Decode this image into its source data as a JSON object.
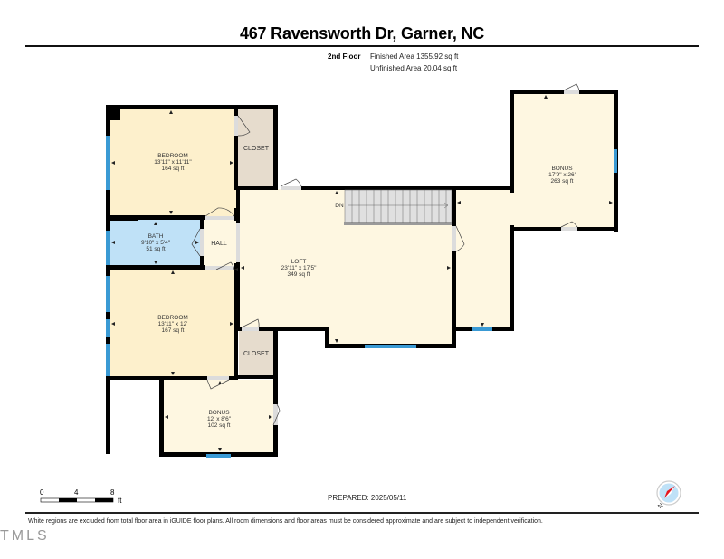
{
  "header": {
    "title": "467 Ravensworth Dr, Garner, NC",
    "floor_label": "2nd Floor",
    "finished_area": "Finished Area 1355.92 sq ft",
    "unfinished_area": "Unfinished Area 20.04 sq ft"
  },
  "rooms": {
    "bedroom1": {
      "name": "BEDROOM",
      "dims": "13'11\" x 11'11\"",
      "area": "164 sq ft"
    },
    "closet1": {
      "name": "CLOSET"
    },
    "bath": {
      "name": "BATH",
      "dims": "9'10\" x 5'4\"",
      "area": "51 sq ft"
    },
    "hall": {
      "name": "HALL"
    },
    "bedroom2": {
      "name": "BEDROOM",
      "dims": "13'11\" x 12'",
      "area": "167 sq ft"
    },
    "closet2": {
      "name": "CLOSET"
    },
    "bonus_small": {
      "name": "BONUS",
      "dims": "12' x 8'6\"",
      "area": "102 sq ft"
    },
    "loft": {
      "name": "LOFT",
      "dims": "23'11\" x 17'5\"",
      "area": "349 sq ft"
    },
    "bonus_large": {
      "name": "BONUS",
      "dims": "17'9\" x 26'",
      "area": "263 sq ft"
    },
    "stairs": {
      "label": "DN"
    }
  },
  "colors": {
    "bedroom": "#fdf0cc",
    "bath": "#bfe1f7",
    "closet": "#e6dccd",
    "common": "#fef7e1",
    "wall": "#000000",
    "window": "#3a9ad4",
    "door_opening": "#dcdcdc",
    "stairs": "#e0e0e0",
    "compass_fill": "#bfe1f7",
    "compass_needle": "#e8141b"
  },
  "scale_bar": {
    "ticks": [
      "0",
      "4",
      "8"
    ],
    "unit": "ft"
  },
  "footer": {
    "prepared": "PREPARED: 2025/05/11",
    "disclaimer": "White regions are excluded from total floor area in iGUIDE floor plans. All room dimensions and floor areas must be considered approximate and are subject to independent verification.",
    "watermark": "TMLS",
    "compass_label": "N"
  }
}
